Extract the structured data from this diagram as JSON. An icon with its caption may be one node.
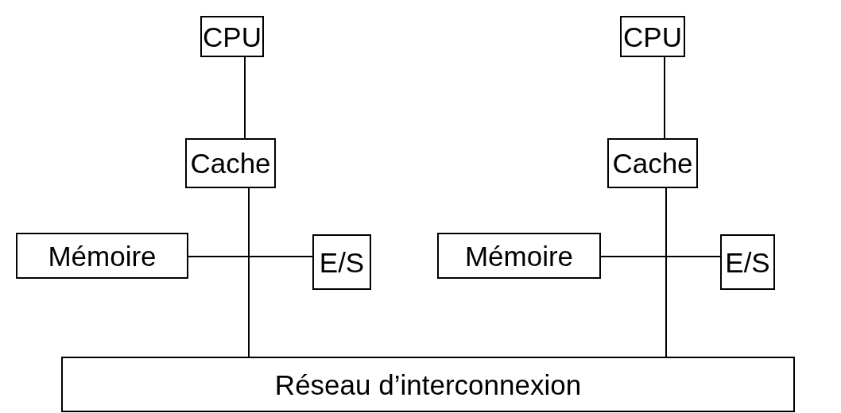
{
  "diagram": {
    "nodes": [
      {
        "text": [
          "CPU"
        ]
      },
      {
        "text": [
          "Cache"
        ]
      },
      {
        "text": [
          "Mémoire"
        ]
      },
      {
        "text": [
          "E/S"
        ]
      },
      {
        "text": [
          "CPU"
        ]
      },
      {
        "text": [
          "Cache"
        ]
      },
      {
        "text": [
          "Mémoire"
        ]
      },
      {
        "text": [
          "E/S"
        ]
      },
      {
        "text": [
          "Réseau d’interconnexion"
        ]
      }
    ],
    "edges": [
      {
        "from": 0,
        "to": 1,
        "arrow": "none"
      },
      {
        "from": 1,
        "to": 8,
        "arrow": "none"
      },
      {
        "from": 2,
        "to": 3,
        "arrow": "none"
      },
      {
        "from": 4,
        "to": 5,
        "arrow": "none"
      },
      {
        "from": 5,
        "to": 8,
        "arrow": "none"
      },
      {
        "from": 6,
        "to": 7,
        "arrow": "none"
      }
    ]
  }
}
